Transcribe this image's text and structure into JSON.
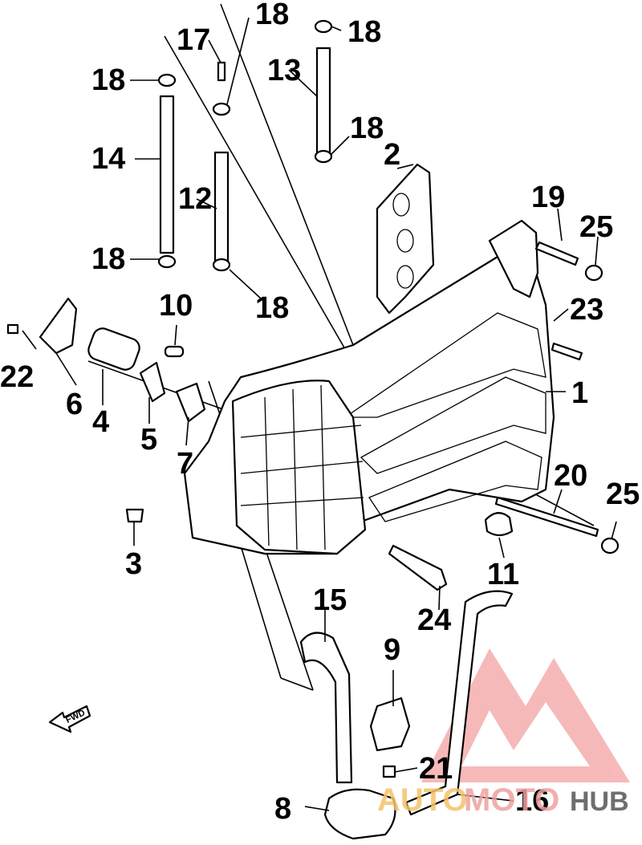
{
  "diagram": {
    "callouts": [
      "1",
      "2",
      "3",
      "4",
      "5",
      "6",
      "7",
      "8",
      "9",
      "10",
      "11",
      "12",
      "13",
      "14",
      "15",
      "16",
      "17",
      "18",
      "19",
      "20",
      "21",
      "22",
      "23",
      "24",
      "25"
    ],
    "direction_label": "FWD",
    "watermark": {
      "auto": "AUTO",
      "moto": "MOTO",
      "hub": "HUB",
      "auto_color": "#f5c26b",
      "moto_color": "#f0a0a0",
      "hub_color": "#555555",
      "logo_color": "#e85050"
    }
  }
}
